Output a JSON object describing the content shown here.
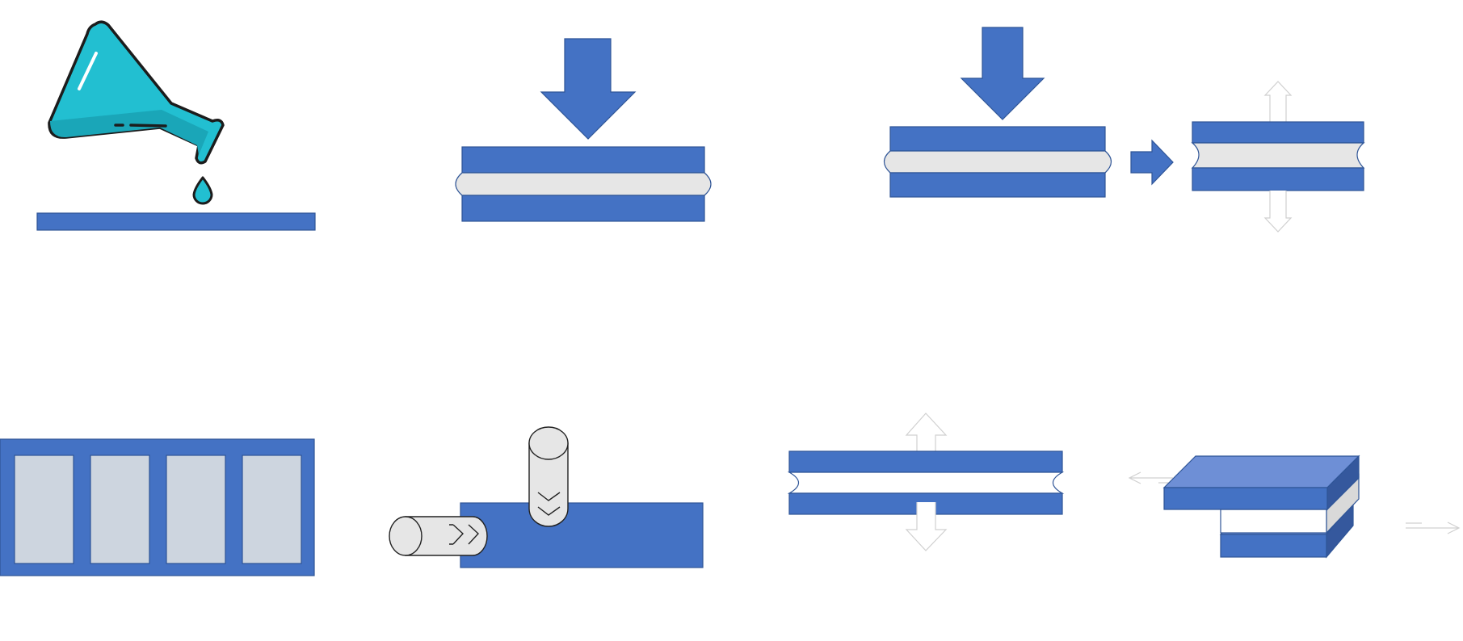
{
  "colors": {
    "background": "#ffffff",
    "plate_fill": "#4472c4",
    "plate_stroke": "#2f5597",
    "plate_top_fill": "#6e8fd6",
    "plate_side_fill": "#35589d",
    "film_fill": "#e6e6e6",
    "film_white_fill": "#ffffff",
    "cell_fill": "#cdd5df",
    "roller_fill": "#e6e6e6",
    "roller_stroke": "#222222",
    "flask_fill": "#22bfd1",
    "flask_shadow": "#1aa6b8",
    "flask_outline": "#1c1c1c",
    "hollow_arrow_stroke": "#d0d0d0"
  },
  "panels": [
    {
      "id": "drop-casting",
      "icons": [
        "flask-icon",
        "droplet-icon"
      ],
      "elements": [
        "substrate-plate"
      ]
    },
    {
      "id": "press-sandwich",
      "icons": [
        "arrow-down-icon"
      ],
      "elements": [
        "top-plate",
        "film-layer",
        "bottom-plate"
      ]
    },
    {
      "id": "press-then-release",
      "icons": [
        "arrow-down-icon",
        "arrow-right-icon",
        "arrow-up-hollow-icon",
        "arrow-down-hollow-icon"
      ],
      "elements": [
        "pressed-sandwich",
        "released-sandwich"
      ]
    },
    {
      "id": "cell-array",
      "elements": [
        "frame",
        "cell",
        "cell",
        "cell",
        "cell"
      ]
    },
    {
      "id": "roller-coating",
      "icons": [
        "roller-horizontal-icon",
        "roller-vertical-icon"
      ],
      "elements": [
        "substrate-block"
      ]
    },
    {
      "id": "peel-apart",
      "icons": [
        "arrow-up-hollow-icon",
        "arrow-down-hollow-icon"
      ],
      "elements": [
        "top-plate",
        "gap-film",
        "bottom-plate"
      ]
    },
    {
      "id": "shear-slide",
      "icons": [
        "arrow-left-hollow-icon",
        "arrow-right-hollow-icon"
      ],
      "elements": [
        "top-slab-3d",
        "film-layer",
        "bottom-slab-3d"
      ]
    }
  ]
}
